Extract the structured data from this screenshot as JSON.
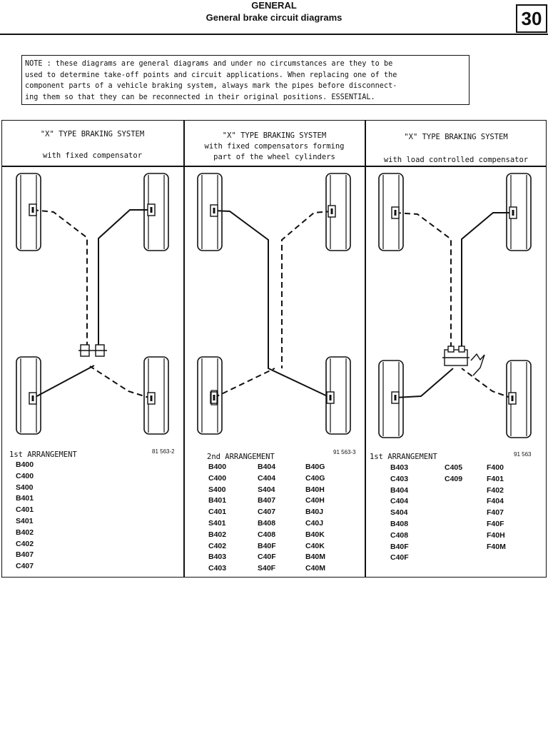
{
  "header": {
    "section": "GENERAL",
    "title": "General brake circuit diagrams",
    "page_number": "30"
  },
  "note": "NOTE : these diagrams are general diagrams and under no circumstances are they to be\nused to determine take-off points and circuit applications. When replacing one of the\ncomponent parts of a vehicle braking system, always mark the pipes before disconnect-\ning them so that they can be reconnected in their original positions. ESSENTIAL.",
  "panels": [
    {
      "heading_line1": "\"X\" TYPE BRAKING SYSTEM",
      "heading_line2": "",
      "heading_line3": "with fixed compensator",
      "arrangement": "1st ARRANGEMENT",
      "figure_ref": "81 563-2",
      "columns": [
        [
          "B400",
          "C400",
          "S400",
          "B401",
          "C401",
          "S401",
          "B402",
          "C402",
          "B407",
          "C407"
        ]
      ]
    },
    {
      "heading_line1": "\"X\" TYPE BRAKING SYSTEM",
      "heading_line2": "with fixed compensators forming",
      "heading_line3": "part of the wheel cylinders",
      "arrangement": "2nd ARRANGEMENT",
      "figure_ref": "91 563-3",
      "columns": [
        [
          "B400",
          "C400",
          "S400",
          "B401",
          "C401",
          "S401",
          "B402",
          "C402",
          "B403",
          "C403"
        ],
        [
          "B404",
          "C404",
          "S404",
          "B407",
          "C407",
          "B408",
          "C408",
          "B40F",
          "C40F",
          "S40F"
        ],
        [
          "B40G",
          "C40G",
          "B40H",
          "C40H",
          "B40J",
          "C40J",
          "B40K",
          "C40K",
          "B40M",
          "C40M"
        ]
      ]
    },
    {
      "heading_line1": "\"X\" TYPE BRAKING SYSTEM",
      "heading_line2": "",
      "heading_line3": "with load controlled compensator",
      "arrangement": "1st ARRANGEMENT",
      "figure_ref": "91 563",
      "columns": [
        [
          "B403",
          "C403",
          "B404",
          "C404",
          "S404",
          "B408",
          "C408",
          "B40F",
          "C40F"
        ],
        [
          "C405",
          "C409"
        ],
        [
          "F400",
          "F401",
          "F402",
          "F404",
          "F407",
          "F40F",
          "F40H",
          "F40M"
        ]
      ]
    }
  ]
}
